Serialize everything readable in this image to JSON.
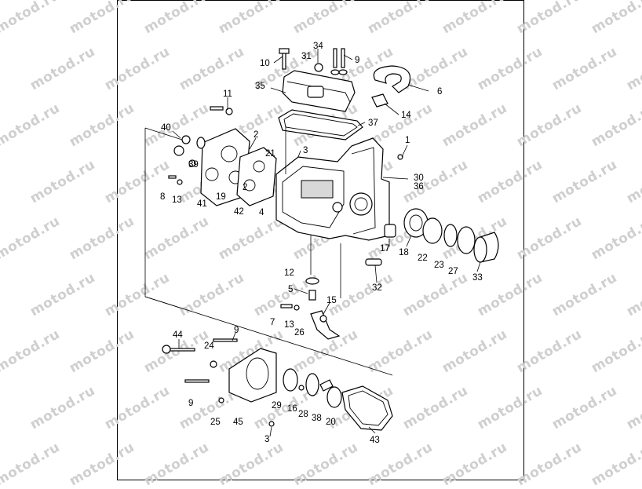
{
  "watermark_text": "motod.ru",
  "callouts": [
    {
      "text": "34"
    },
    {
      "text": "31"
    },
    {
      "text": "10"
    },
    {
      "text": "9"
    },
    {
      "text": "35"
    },
    {
      "text": "6"
    },
    {
      "text": "11"
    },
    {
      "text": "14"
    },
    {
      "text": "37"
    },
    {
      "text": "40"
    },
    {
      "text": "2"
    },
    {
      "text": "3"
    },
    {
      "text": "1"
    },
    {
      "text": "21"
    },
    {
      "text": "39"
    },
    {
      "text": "30"
    },
    {
      "text": "36"
    },
    {
      "text": "8"
    },
    {
      "text": "19"
    },
    {
      "text": "13"
    },
    {
      "text": "2"
    },
    {
      "text": "41"
    },
    {
      "text": "42"
    },
    {
      "text": "4"
    },
    {
      "text": "17"
    },
    {
      "text": "18"
    },
    {
      "text": "22"
    },
    {
      "text": "23"
    },
    {
      "text": "27"
    },
    {
      "text": "33"
    },
    {
      "text": "12"
    },
    {
      "text": "32"
    },
    {
      "text": "5"
    },
    {
      "text": "15"
    },
    {
      "text": "7"
    },
    {
      "text": "13"
    },
    {
      "text": "26"
    },
    {
      "text": "9"
    },
    {
      "text": "44"
    },
    {
      "text": "24"
    },
    {
      "text": "9"
    },
    {
      "text": "29"
    },
    {
      "text": "16"
    },
    {
      "text": "28"
    },
    {
      "text": "38"
    },
    {
      "text": "20"
    },
    {
      "text": "25"
    },
    {
      "text": "45"
    },
    {
      "text": "3"
    },
    {
      "text": "43"
    }
  ]
}
